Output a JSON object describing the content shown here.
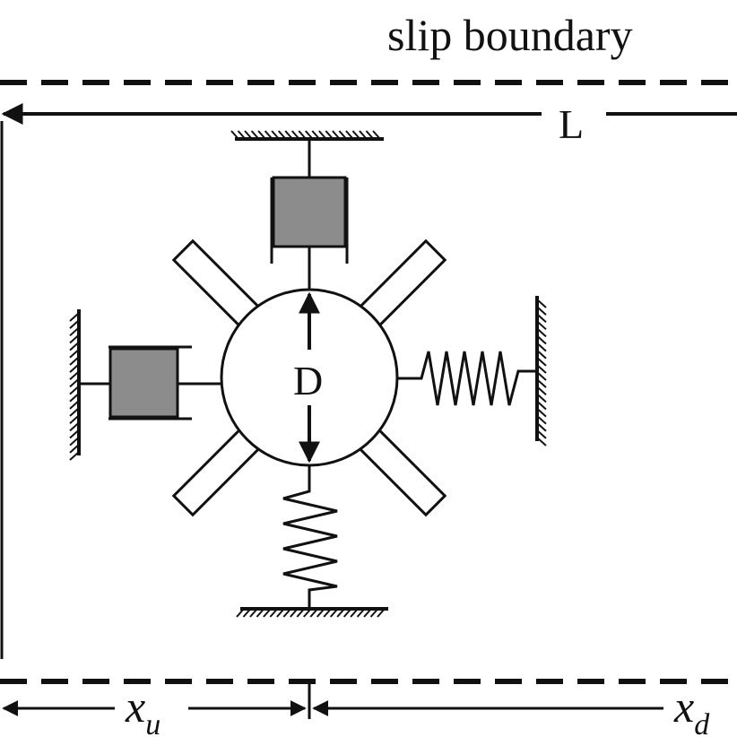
{
  "labels": {
    "top_boundary": "slip boundary",
    "length": "L",
    "diameter": "D",
    "upstream_x": "x",
    "upstream_sub": "u",
    "downstream_x": "x",
    "downstream_sub": "d"
  },
  "colors": {
    "line": "#111111",
    "damper_fill": "#8c8c8c",
    "background": "#ffffff"
  },
  "icons": {
    "spring": "spring-icon",
    "damper": "damper-icon",
    "ground": "ground-hatch-icon",
    "arrow": "arrow-icon"
  }
}
